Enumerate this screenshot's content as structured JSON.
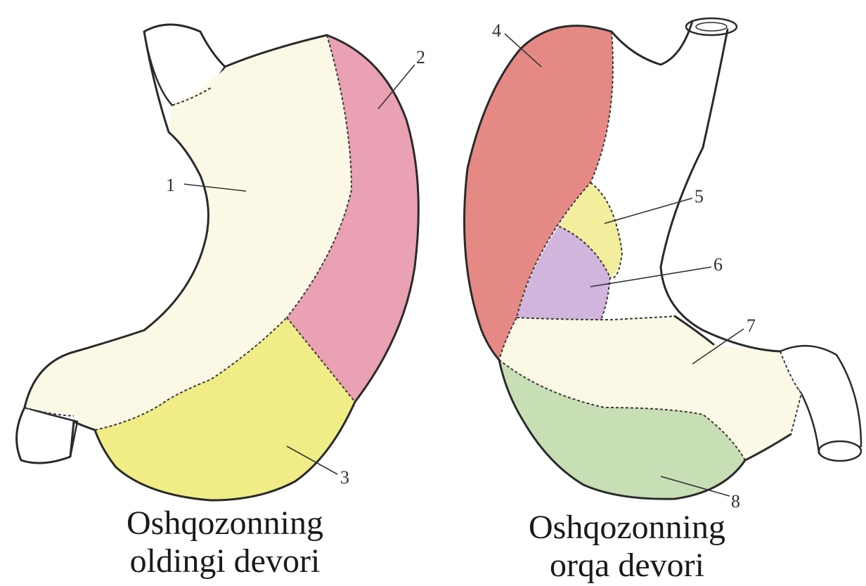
{
  "diagram": {
    "left_stomach": {
      "caption_line1": "Oshqozonning",
      "caption_line2": "oldingi devori",
      "regions": [
        {
          "label": "1",
          "color": "#fbf8e6"
        },
        {
          "label": "2",
          "color": "#e9a1b3"
        },
        {
          "label": "3",
          "color": "#f0ec86"
        }
      ]
    },
    "right_stomach": {
      "caption_line1": "Oshqozonning",
      "caption_line2": "orqa devori",
      "regions": [
        {
          "label": "4",
          "color": "#e58984"
        },
        {
          "label": "5",
          "color": "#f3ed9e"
        },
        {
          "label": "6",
          "color": "#d1b5dc"
        },
        {
          "label": "7",
          "color": "#fbf8e6"
        },
        {
          "label": "8",
          "color": "#c8dfb6"
        }
      ]
    }
  }
}
